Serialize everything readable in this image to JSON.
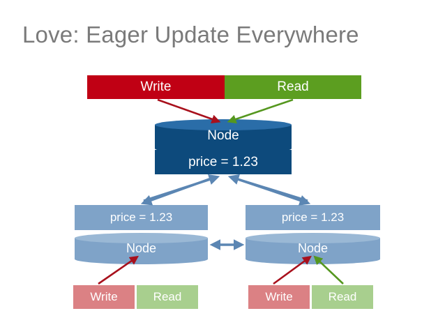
{
  "slide": {
    "title": "Love: Eager Update Everywhere",
    "background_color": "#ffffff",
    "title_color": "#7a7a7a"
  },
  "colors": {
    "write_strong": "#c00014",
    "read_strong": "#5c9e20",
    "write_soft": "#db8184",
    "read_soft": "#a8cf8e",
    "node_primary": "#0d4a7c",
    "node_primary_cap": "#2a6da8",
    "node_replica": "#7fa3c8",
    "node_replica_cap": "#9ab8d5",
    "replication_arrow": "#5b86b3"
  },
  "top_clients": {
    "write_label": "Write",
    "read_label": "Read"
  },
  "primary_node": {
    "name_label": "Node",
    "value_label": "price = 1.23"
  },
  "left_replica": {
    "value_label": "price = 1.23",
    "name_label": "Node",
    "clients": {
      "write_label": "Write",
      "read_label": "Read"
    }
  },
  "right_replica": {
    "value_label": "price = 1.23",
    "name_label": "Node",
    "clients": {
      "write_label": "Write",
      "read_label": "Read"
    }
  },
  "arrows": {
    "write_to_primary": "write-arrow-red",
    "read_to_primary": "read-arrow-green",
    "primary_to_left": "replication-arrow",
    "primary_to_right": "replication-arrow",
    "left_to_primary": "replication-arrow",
    "right_to_primary": "replication-arrow",
    "left_right_sync": "bidirectional-sync-arrow",
    "left_write_up": "write-arrow-red",
    "right_write_up": "write-arrow-red",
    "right_read_up": "read-arrow-green"
  }
}
